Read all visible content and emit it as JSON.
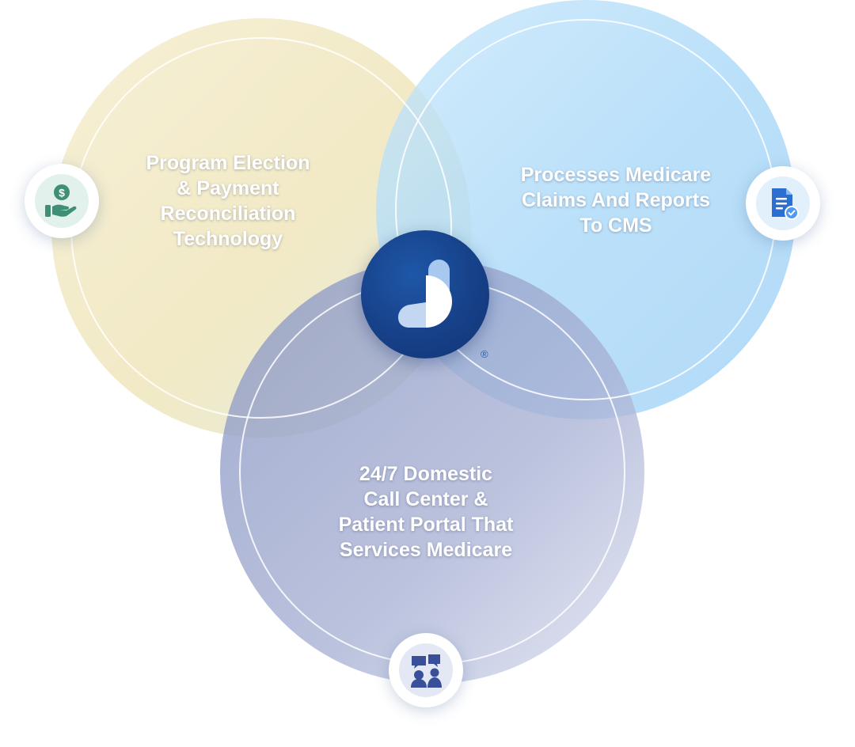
{
  "diagram": {
    "circles": [
      {
        "id": "payment",
        "lines": [
          "Program Election",
          "& Payment",
          "Reconciliation",
          "Technology"
        ],
        "icon": "hand-dollar-icon",
        "color": "#efe4b8"
      },
      {
        "id": "claims",
        "lines": [
          "Processes Medicare",
          "Claims And Reports",
          "To CMS"
        ],
        "icon": "document-check-icon",
        "color": "#a9d8f7"
      },
      {
        "id": "call-center",
        "lines": [
          "24/7 Domestic",
          "Call Center &",
          "Patient Portal That",
          "Services Medicare"
        ],
        "icon": "people-support-icon",
        "color": "#8f9bc6"
      }
    ],
    "center": {
      "icon": "brand-logo",
      "mark": "®"
    },
    "colors": {
      "logo_blue": "#163f86",
      "icon_green": "#3f8f77",
      "icon_blue": "#2d6fd0",
      "icon_navy": "#3a4f9a"
    }
  }
}
